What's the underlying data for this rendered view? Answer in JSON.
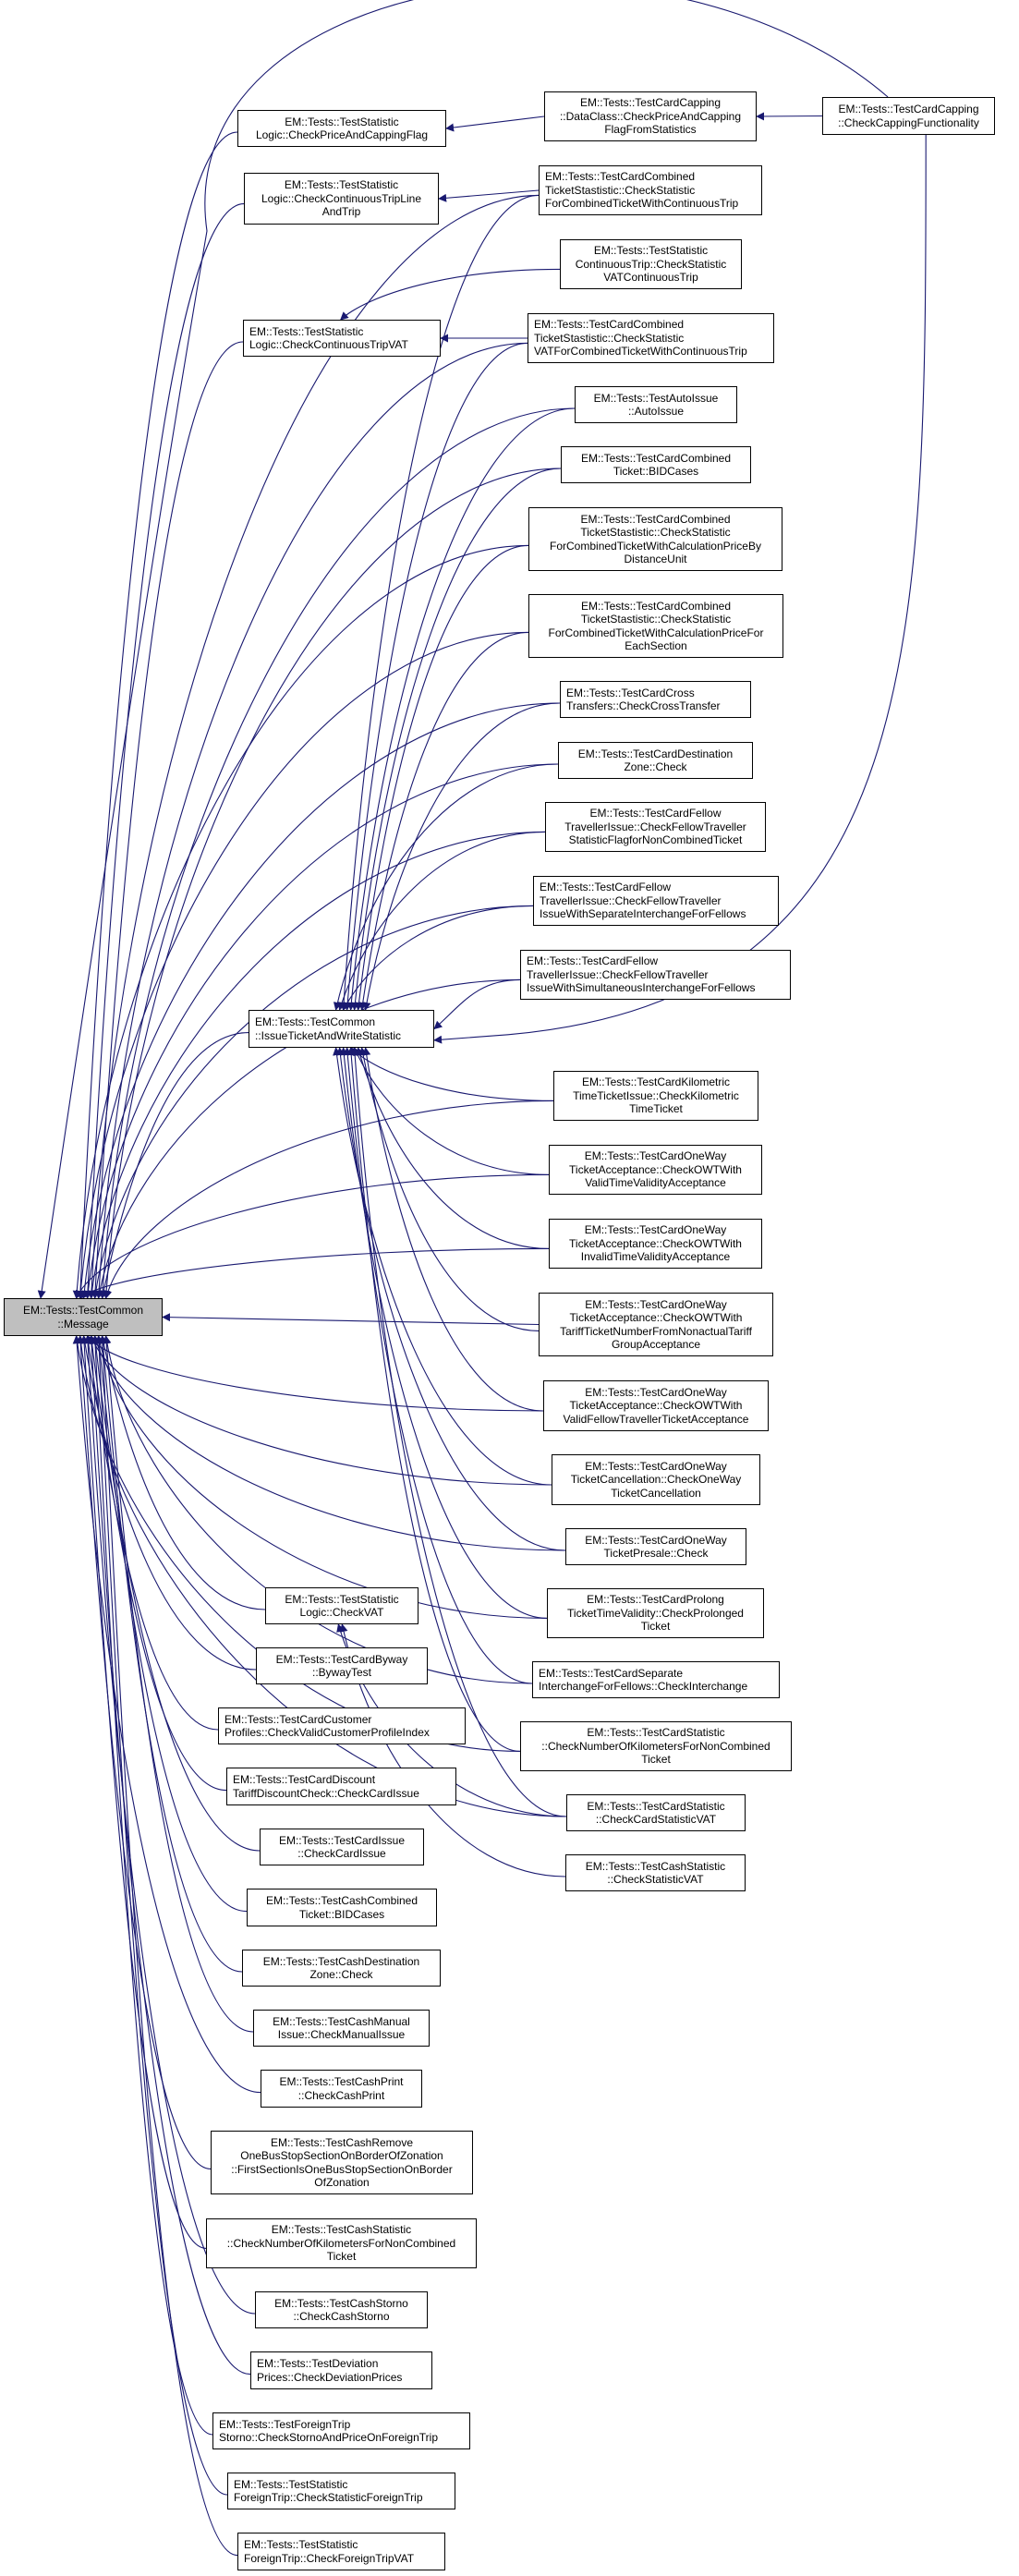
{
  "diagram": {
    "type": "doxygen-caller-graph",
    "edge_color": "#191970",
    "root_fill": "#bfbfbf",
    "root_id": "message",
    "nodes": [
      {
        "id": "message",
        "label": "EM::Tests::TestCommon\n::Message",
        "root": true
      },
      {
        "id": "checkPriceAndCappingFlag",
        "label": "EM::Tests::TestStatistic\nLogic::CheckPriceAndCappingFlag"
      },
      {
        "id": "dataClassCheckPrice",
        "label": "EM::Tests::TestCardCapping\n::DataClass::CheckPriceAndCapping\nFlagFromStatistics"
      },
      {
        "id": "checkCappingFunctionality",
        "label": "EM::Tests::TestCardCapping\n::CheckCappingFunctionality"
      },
      {
        "id": "checkContinuousTripLine",
        "label": "EM::Tests::TestStatistic\nLogic::CheckContinuousTripLine\nAndTrip"
      },
      {
        "id": "combinedContinuousTrip",
        "label": "EM::Tests::TestCardCombined\nTicketStastistic::CheckStatistic\nForCombinedTicketWithContinuousTrip"
      },
      {
        "id": "statVATContinuousTrip",
        "label": "EM::Tests::TestStatistic\nContinuousTrip::CheckStatistic\nVATContinuousTrip"
      },
      {
        "id": "checkContinuousTripVAT",
        "label": "EM::Tests::TestStatistic\nLogic::CheckContinuousTripVAT"
      },
      {
        "id": "vatCombinedContinuousTrip",
        "label": "EM::Tests::TestCardCombined\nTicketStastistic::CheckStatistic\nVATForCombinedTicketWithContinuousTrip"
      },
      {
        "id": "autoIssue",
        "label": "EM::Tests::TestAutoIssue\n::AutoIssue"
      },
      {
        "id": "cardCombinedBID",
        "label": "EM::Tests::TestCardCombined\nTicket::BIDCases"
      },
      {
        "id": "combinedDistanceUnit",
        "label": "EM::Tests::TestCardCombined\nTicketStastistic::CheckStatistic\nForCombinedTicketWithCalculationPriceBy\nDistanceUnit"
      },
      {
        "id": "combinedEachSection",
        "label": "EM::Tests::TestCardCombined\nTicketStastistic::CheckStatistic\nForCombinedTicketWithCalculationPriceFor\nEachSection"
      },
      {
        "id": "crossTransfer",
        "label": "EM::Tests::TestCardCross\nTransfers::CheckCrossTransfer"
      },
      {
        "id": "cardDestZone",
        "label": "EM::Tests::TestCardDestination\nZone::Check"
      },
      {
        "id": "fellowStatFlag",
        "label": "EM::Tests::TestCardFellow\nTravellerIssue::CheckFellowTraveller\nStatisticFlagforNonCombinedTicket"
      },
      {
        "id": "fellowSeparate",
        "label": "EM::Tests::TestCardFellow\nTravellerIssue::CheckFellowTraveller\nIssueWithSeparateInterchangeForFellows"
      },
      {
        "id": "fellowSimultaneous",
        "label": "EM::Tests::TestCardFellow\nTravellerIssue::CheckFellowTraveller\nIssueWithSimultaneousInterchangeForFellows"
      },
      {
        "id": "issueTicketAndWriteStatistic",
        "label": "EM::Tests::TestCommon\n::IssueTicketAndWriteStatistic"
      },
      {
        "id": "kilometricTime",
        "label": "EM::Tests::TestCardKilometric\nTimeTicketIssue::CheckKilometric\nTimeTicket"
      },
      {
        "id": "owtValidTime",
        "label": "EM::Tests::TestCardOneWay\nTicketAcceptance::CheckOWTWith\nValidTimeValidityAcceptance"
      },
      {
        "id": "owtInvalidTime",
        "label": "EM::Tests::TestCardOneWay\nTicketAcceptance::CheckOWTWith\nInvalidTimeValidityAcceptance"
      },
      {
        "id": "owtTariff",
        "label": "EM::Tests::TestCardOneWay\nTicketAcceptance::CheckOWTWith\nTariffTicketNumberFromNonactualTariff\nGroupAcceptance"
      },
      {
        "id": "owtValidFellow",
        "label": "EM::Tests::TestCardOneWay\nTicketAcceptance::CheckOWTWith\nValidFellowTravellerTicketAcceptance"
      },
      {
        "id": "owtCancellation",
        "label": "EM::Tests::TestCardOneWay\nTicketCancellation::CheckOneWay\nTicketCancellation"
      },
      {
        "id": "owtPresale",
        "label": "EM::Tests::TestCardOneWay\nTicketPresale::Check"
      },
      {
        "id": "prolonged",
        "label": "EM::Tests::TestCardProlong\nTicketTimeValidity::CheckProlonged\nTicket"
      },
      {
        "id": "checkVAT",
        "label": "EM::Tests::TestStatistic\nLogic::CheckVAT"
      },
      {
        "id": "separateInterchange",
        "label": "EM::Tests::TestCardSeparate\nInterchangeForFellows::CheckInterchange"
      },
      {
        "id": "cardKmNonCombined",
        "label": "EM::Tests::TestCardStatistic\n::CheckNumberOfKilometersForNonCombined\nTicket"
      },
      {
        "id": "cardStatVAT",
        "label": "EM::Tests::TestCardStatistic\n::CheckCardStatisticVAT"
      },
      {
        "id": "cashStatVAT",
        "label": "EM::Tests::TestCashStatistic\n::CheckStatisticVAT"
      },
      {
        "id": "byway",
        "label": "EM::Tests::TestCardByway\n::BywayTest"
      },
      {
        "id": "customerProfiles",
        "label": "EM::Tests::TestCardCustomer\nProfiles::CheckValidCustomerProfileIndex"
      },
      {
        "id": "discountCheck",
        "label": "EM::Tests::TestCardDiscount\nTariffDiscountCheck::CheckCardIssue"
      },
      {
        "id": "cardIssue",
        "label": "EM::Tests::TestCardIssue\n::CheckCardIssue"
      },
      {
        "id": "cashCombinedBID",
        "label": "EM::Tests::TestCashCombined\nTicket::BIDCases"
      },
      {
        "id": "cashDestZone",
        "label": "EM::Tests::TestCashDestination\nZone::Check"
      },
      {
        "id": "cashManualIssue",
        "label": "EM::Tests::TestCashManual\nIssue::CheckManualIssue"
      },
      {
        "id": "cashPrint",
        "label": "EM::Tests::TestCashPrint\n::CheckCashPrint"
      },
      {
        "id": "cashRemoveStop",
        "label": "EM::Tests::TestCashRemove\nOneBusStopSectionOnBorderOfZonation\n::FirstSectionIsOneBusStopSectionOnBorder\nOfZonation"
      },
      {
        "id": "cashKmNonCombined",
        "label": "EM::Tests::TestCashStatistic\n::CheckNumberOfKilometersForNonCombined\nTicket"
      },
      {
        "id": "cashStorno",
        "label": "EM::Tests::TestCashStorno\n::CheckCashStorno"
      },
      {
        "id": "deviationPrices",
        "label": "EM::Tests::TestDeviation\nPrices::CheckDeviationPrices"
      },
      {
        "id": "foreignTripStorno",
        "label": "EM::Tests::TestForeignTrip\nStorno::CheckStornoAndPriceOnForeignTrip"
      },
      {
        "id": "statForeignTrip",
        "label": "EM::Tests::TestStatistic\nForeignTrip::CheckStatisticForeignTrip"
      },
      {
        "id": "foreignTripVAT",
        "label": "EM::Tests::TestStatistic\nForeignTrip::CheckForeignTripVAT"
      }
    ],
    "edges": [
      {
        "from": "checkPriceAndCappingFlag",
        "to": "message"
      },
      {
        "from": "dataClassCheckPrice",
        "to": "checkPriceAndCappingFlag"
      },
      {
        "from": "checkCappingFunctionality",
        "to": "dataClassCheckPrice"
      },
      {
        "from": "checkCappingFunctionality",
        "to": "message"
      },
      {
        "from": "checkCappingFunctionality",
        "to": "issueTicketAndWriteStatistic"
      },
      {
        "from": "checkContinuousTripLine",
        "to": "message"
      },
      {
        "from": "combinedContinuousTrip",
        "to": "checkContinuousTripLine"
      },
      {
        "from": "combinedContinuousTrip",
        "to": "message"
      },
      {
        "from": "combinedContinuousTrip",
        "to": "issueTicketAndWriteStatistic"
      },
      {
        "from": "statVATContinuousTrip",
        "to": "checkContinuousTripVAT"
      },
      {
        "from": "checkContinuousTripVAT",
        "to": "message"
      },
      {
        "from": "vatCombinedContinuousTrip",
        "to": "checkContinuousTripVAT"
      },
      {
        "from": "vatCombinedContinuousTrip",
        "to": "message"
      },
      {
        "from": "vatCombinedContinuousTrip",
        "to": "issueTicketAndWriteStatistic"
      },
      {
        "from": "autoIssue",
        "to": "message"
      },
      {
        "from": "autoIssue",
        "to": "issueTicketAndWriteStatistic"
      },
      {
        "from": "cardCombinedBID",
        "to": "message"
      },
      {
        "from": "cardCombinedBID",
        "to": "issueTicketAndWriteStatistic"
      },
      {
        "from": "combinedDistanceUnit",
        "to": "message"
      },
      {
        "from": "combinedDistanceUnit",
        "to": "issueTicketAndWriteStatistic"
      },
      {
        "from": "combinedEachSection",
        "to": "message"
      },
      {
        "from": "combinedEachSection",
        "to": "issueTicketAndWriteStatistic"
      },
      {
        "from": "crossTransfer",
        "to": "message"
      },
      {
        "from": "crossTransfer",
        "to": "issueTicketAndWriteStatistic"
      },
      {
        "from": "cardDestZone",
        "to": "message"
      },
      {
        "from": "cardDestZone",
        "to": "issueTicketAndWriteStatistic"
      },
      {
        "from": "fellowStatFlag",
        "to": "message"
      },
      {
        "from": "fellowStatFlag",
        "to": "issueTicketAndWriteStatistic"
      },
      {
        "from": "fellowSeparate",
        "to": "message"
      },
      {
        "from": "fellowSeparate",
        "to": "issueTicketAndWriteStatistic"
      },
      {
        "from": "fellowSimultaneous",
        "to": "message"
      },
      {
        "from": "fellowSimultaneous",
        "to": "issueTicketAndWriteStatistic"
      },
      {
        "from": "issueTicketAndWriteStatistic",
        "to": "message"
      },
      {
        "from": "kilometricTime",
        "to": "message"
      },
      {
        "from": "kilometricTime",
        "to": "issueTicketAndWriteStatistic"
      },
      {
        "from": "owtValidTime",
        "to": "message"
      },
      {
        "from": "owtValidTime",
        "to": "issueTicketAndWriteStatistic"
      },
      {
        "from": "owtInvalidTime",
        "to": "message"
      },
      {
        "from": "owtInvalidTime",
        "to": "issueTicketAndWriteStatistic"
      },
      {
        "from": "owtTariff",
        "to": "message"
      },
      {
        "from": "owtTariff",
        "to": "issueTicketAndWriteStatistic"
      },
      {
        "from": "owtValidFellow",
        "to": "message"
      },
      {
        "from": "owtValidFellow",
        "to": "issueTicketAndWriteStatistic"
      },
      {
        "from": "owtCancellation",
        "to": "message"
      },
      {
        "from": "owtCancellation",
        "to": "issueTicketAndWriteStatistic"
      },
      {
        "from": "owtPresale",
        "to": "message"
      },
      {
        "from": "owtPresale",
        "to": "issueTicketAndWriteStatistic"
      },
      {
        "from": "prolonged",
        "to": "message"
      },
      {
        "from": "prolonged",
        "to": "issueTicketAndWriteStatistic"
      },
      {
        "from": "checkVAT",
        "to": "message"
      },
      {
        "from": "separateInterchange",
        "to": "message"
      },
      {
        "from": "separateInterchange",
        "to": "issueTicketAndWriteStatistic"
      },
      {
        "from": "cardKmNonCombined",
        "to": "message"
      },
      {
        "from": "cardKmNonCombined",
        "to": "issueTicketAndWriteStatistic"
      },
      {
        "from": "cardStatVAT",
        "to": "checkVAT"
      },
      {
        "from": "cardStatVAT",
        "to": "message"
      },
      {
        "from": "cardStatVAT",
        "to": "issueTicketAndWriteStatistic"
      },
      {
        "from": "cashStatVAT",
        "to": "checkVAT"
      },
      {
        "from": "byway",
        "to": "message"
      },
      {
        "from": "customerProfiles",
        "to": "message"
      },
      {
        "from": "discountCheck",
        "to": "message"
      },
      {
        "from": "cardIssue",
        "to": "message"
      },
      {
        "from": "cashCombinedBID",
        "to": "message"
      },
      {
        "from": "cashDestZone",
        "to": "message"
      },
      {
        "from": "cashManualIssue",
        "to": "message"
      },
      {
        "from": "cashPrint",
        "to": "message"
      },
      {
        "from": "cashRemoveStop",
        "to": "message"
      },
      {
        "from": "cashKmNonCombined",
        "to": "message"
      },
      {
        "from": "cashStorno",
        "to": "message"
      },
      {
        "from": "deviationPrices",
        "to": "message"
      },
      {
        "from": "foreignTripStorno",
        "to": "message"
      },
      {
        "from": "statForeignTrip",
        "to": "message"
      },
      {
        "from": "foreignTripVAT",
        "to": "message"
      }
    ]
  }
}
